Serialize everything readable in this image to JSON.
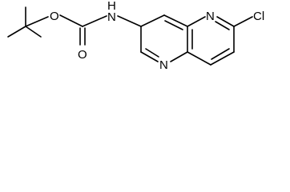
{
  "molecule": {
    "atoms": [
      {
        "id": "o_ester",
        "symbol": "O",
        "label": "O"
      },
      {
        "id": "o_carbonyl",
        "symbol": "O",
        "label": "O"
      },
      {
        "id": "nh",
        "symbol": "N",
        "label": "H",
        "sub_symbol": "N"
      },
      {
        "id": "n1",
        "symbol": "N",
        "label": "N"
      },
      {
        "id": "n5",
        "symbol": "N",
        "label": "N"
      },
      {
        "id": "cl",
        "symbol": "Cl",
        "label": "Cl"
      }
    ],
    "structure_type": "skeletal-formula"
  }
}
